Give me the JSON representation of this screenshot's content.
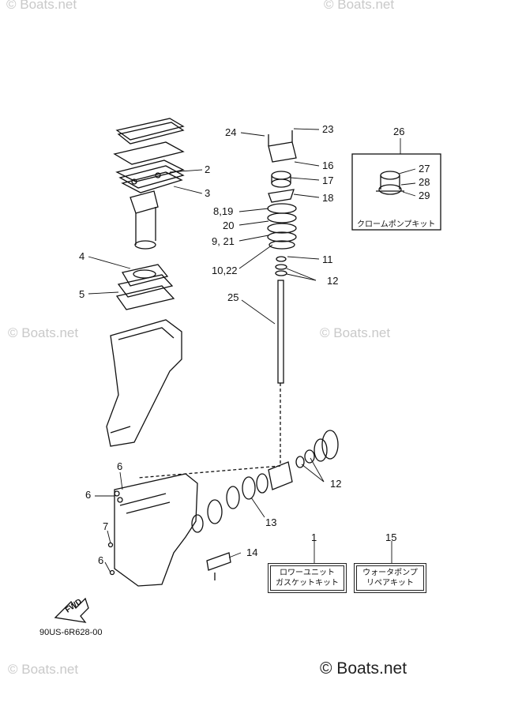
{
  "watermark": {
    "top_left": "© Boats.net",
    "top_right": "© Boats.net",
    "mid_left": "© Boats.net",
    "mid_right": "© Boats.net",
    "bottom_left": "© Boats.net",
    "bottom_right": "© Boats.net"
  },
  "diagram_code": "90US-6R628-00",
  "fwd_label": "FWD",
  "callouts": {
    "c1": "1",
    "c2": "2",
    "c3": "3",
    "c4": "4",
    "c5": "5",
    "c6a": "6",
    "c6b": "6",
    "c6c": "6",
    "c7": "7",
    "c8_19": "8,19",
    "c9_21": "9, 21",
    "c10_22": "10,22",
    "c11": "11",
    "c12a": "12",
    "c12b": "12",
    "c13": "13",
    "c14": "14",
    "c15": "15",
    "c16": "16",
    "c17": "17",
    "c18": "18",
    "c20": "20",
    "c23": "23",
    "c24": "24",
    "c25": "25",
    "c26": "26",
    "c27": "27",
    "c28": "28",
    "c29": "29"
  },
  "kits": {
    "chrome_pump_kit": "クロームポンプキット",
    "lower_unit_gasket_kit": [
      "ロワーユニット",
      "ガスケットキット"
    ],
    "water_pump_repair_kit": [
      "ウォータポンプ",
      "リペアキット"
    ]
  }
}
